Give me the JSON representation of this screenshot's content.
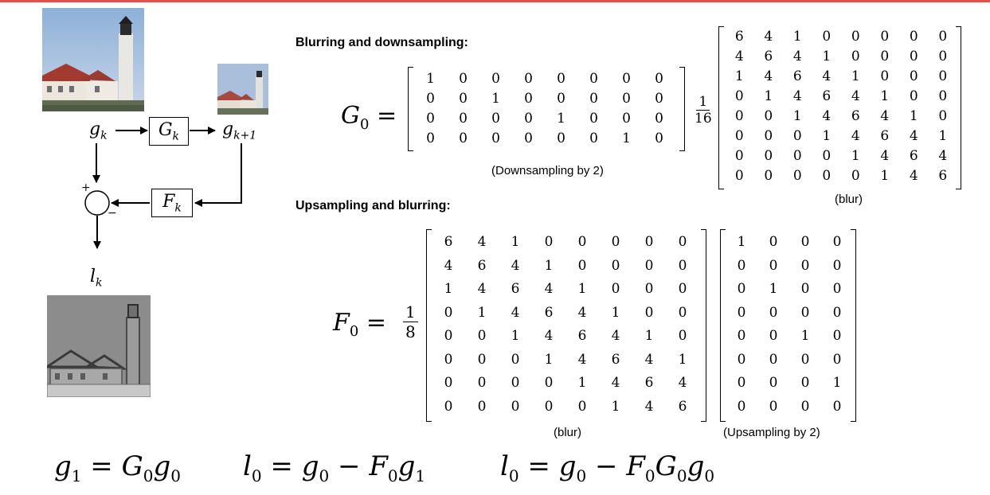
{
  "diagram": {
    "input": "g",
    "input_sub": "k",
    "output": "g",
    "output_sub": "k+1",
    "down_block": "G",
    "down_block_sub": "k",
    "up_block": "F",
    "up_block_sub": "k",
    "plus": "+",
    "minus": "−",
    "laplacian": "l",
    "laplacian_sub": "k"
  },
  "downsampling_section": {
    "title": "Blurring and downsampling:",
    "lhs": "G",
    "lhs_sub": "0",
    "equals": "=",
    "select_matrix": [
      [
        "1",
        "0",
        "0",
        "0",
        "0",
        "0",
        "0",
        "0"
      ],
      [
        "0",
        "0",
        "1",
        "0",
        "0",
        "0",
        "0",
        "0"
      ],
      [
        "0",
        "0",
        "0",
        "0",
        "1",
        "0",
        "0",
        "0"
      ],
      [
        "0",
        "0",
        "0",
        "0",
        "0",
        "0",
        "1",
        "0"
      ]
    ],
    "select_caption": "(Downsampling by 2)",
    "scale_num": "1",
    "scale_den": "16",
    "blur_matrix": [
      [
        "6",
        "4",
        "1",
        "0",
        "0",
        "0",
        "0",
        "0"
      ],
      [
        "4",
        "6",
        "4",
        "1",
        "0",
        "0",
        "0",
        "0"
      ],
      [
        "1",
        "4",
        "6",
        "4",
        "1",
        "0",
        "0",
        "0"
      ],
      [
        "0",
        "1",
        "4",
        "6",
        "4",
        "1",
        "0",
        "0"
      ],
      [
        "0",
        "0",
        "1",
        "4",
        "6",
        "4",
        "1",
        "0"
      ],
      [
        "0",
        "0",
        "0",
        "1",
        "4",
        "6",
        "4",
        "1"
      ],
      [
        "0",
        "0",
        "0",
        "0",
        "1",
        "4",
        "6",
        "4"
      ],
      [
        "0",
        "0",
        "0",
        "0",
        "0",
        "1",
        "4",
        "6"
      ]
    ],
    "blur_caption": "(blur)"
  },
  "upsampling_section": {
    "title": "Upsampling and blurring:",
    "lhs": "F",
    "lhs_sub": "0",
    "equals": "=",
    "scale_num": "1",
    "scale_den": "8",
    "blur_matrix": [
      [
        "6",
        "4",
        "1",
        "0",
        "0",
        "0",
        "0",
        "0"
      ],
      [
        "4",
        "6",
        "4",
        "1",
        "0",
        "0",
        "0",
        "0"
      ],
      [
        "1",
        "4",
        "6",
        "4",
        "1",
        "0",
        "0",
        "0"
      ],
      [
        "0",
        "1",
        "4",
        "6",
        "4",
        "1",
        "0",
        "0"
      ],
      [
        "0",
        "0",
        "1",
        "4",
        "6",
        "4",
        "1",
        "0"
      ],
      [
        "0",
        "0",
        "0",
        "1",
        "4",
        "6",
        "4",
        "1"
      ],
      [
        "0",
        "0",
        "0",
        "0",
        "1",
        "4",
        "6",
        "4"
      ],
      [
        "0",
        "0",
        "0",
        "0",
        "0",
        "1",
        "4",
        "6"
      ]
    ],
    "blur_caption": "(blur)",
    "upsample_matrix": [
      [
        "1",
        "0",
        "0",
        "0"
      ],
      [
        "0",
        "0",
        "0",
        "0"
      ],
      [
        "0",
        "1",
        "0",
        "0"
      ],
      [
        "0",
        "0",
        "0",
        "0"
      ],
      [
        "0",
        "0",
        "1",
        "0"
      ],
      [
        "0",
        "0",
        "0",
        "0"
      ],
      [
        "0",
        "0",
        "0",
        "1"
      ],
      [
        "0",
        "0",
        "0",
        "0"
      ]
    ],
    "upsample_caption": "(Upsampling by 2)"
  },
  "bottom_equations": [
    {
      "parts": [
        "g",
        "1",
        " = ",
        "G",
        "0",
        "g",
        "0"
      ]
    },
    {
      "parts": [
        "l",
        "0",
        " = ",
        "g",
        "0",
        " − ",
        "F",
        "0",
        "g",
        "1"
      ]
    },
    {
      "parts": [
        "l",
        "0",
        " = ",
        "g",
        "0",
        " − ",
        "F",
        "0",
        "G",
        "0",
        "g",
        "0"
      ]
    }
  ]
}
